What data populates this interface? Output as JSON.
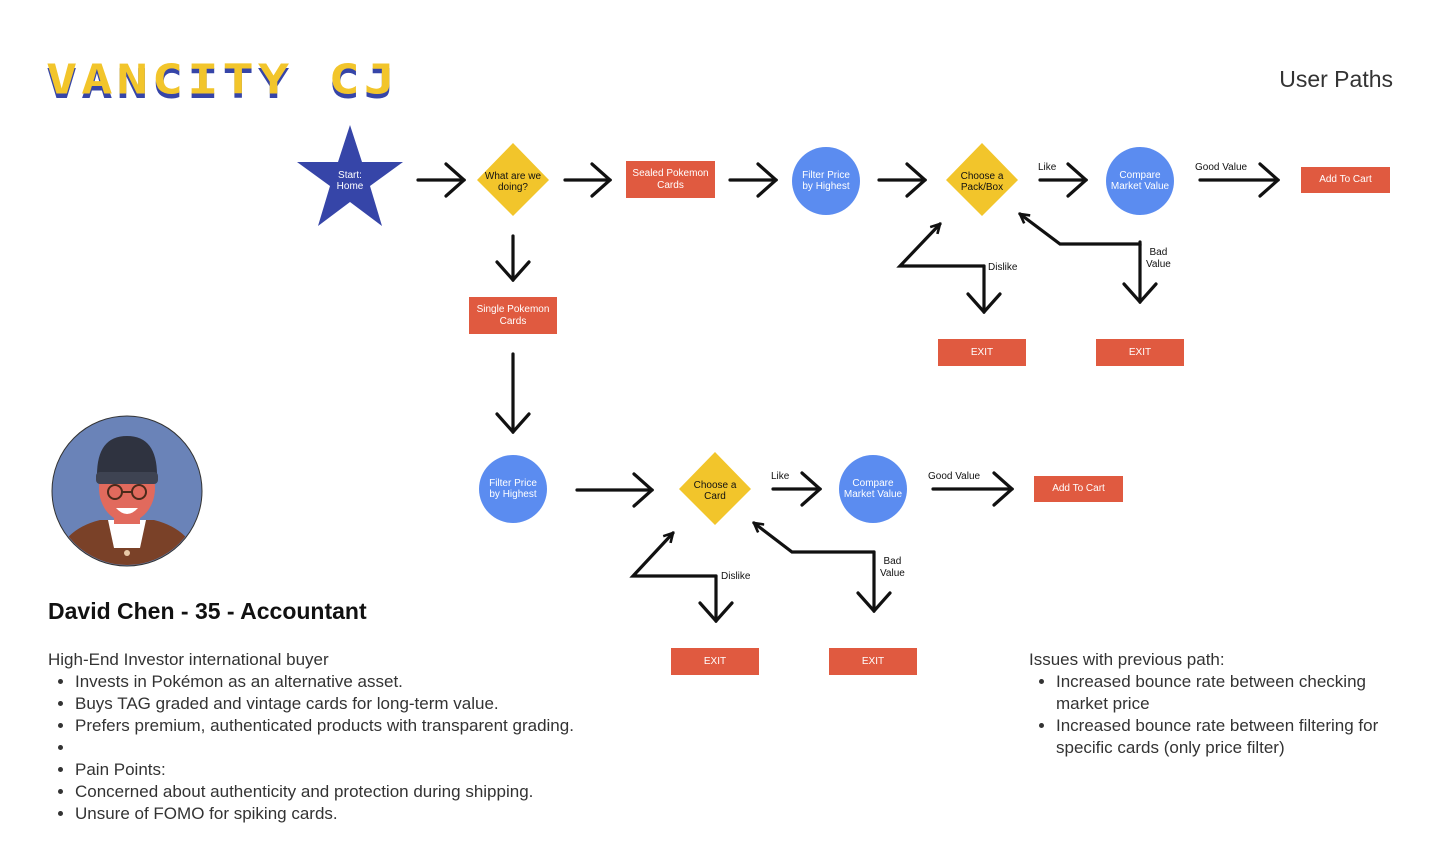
{
  "logo_text": "VANCITY CJ",
  "page_title": "User Paths",
  "colors": {
    "start": "#3645a8",
    "decision": "#f2c52b",
    "action": "#e05a40",
    "filter": "#5b8cf0"
  },
  "flow": {
    "start": "Start:\nHome",
    "decision_main": "What are we\ndoing?",
    "sealed": "Sealed Pokemon\nCards",
    "single": "Single Pokemon\nCards",
    "top": {
      "filter": "Filter Price\nby Highest",
      "choose": "Choose a\nPack/Box",
      "like": "Like",
      "compare": "Compare\nMarket Value",
      "good_value": "Good Value",
      "add_to_cart": "Add To Cart",
      "dislike": "Dislike",
      "bad_value": "Bad\nValue",
      "exit_dislike": "EXIT",
      "exit_bad": "EXIT"
    },
    "bottom": {
      "filter": "Filter Price\nby Highest",
      "choose": "Choose a\nCard",
      "like": "Like",
      "compare": "Compare\nMarket Value",
      "good_value": "Good Value",
      "add_to_cart": "Add To Cart",
      "dislike": "Dislike",
      "bad_value": "Bad\nValue",
      "exit_dislike": "EXIT",
      "exit_bad": "EXIT"
    }
  },
  "persona": {
    "avatar": "person-avatar-icon",
    "name": "David Chen - 35 - Accountant",
    "intro": "High-End Investor international buyer",
    "bullets": [
      "Invests in Pokémon as an alternative asset.",
      "Buys TAG graded and vintage cards for long-term value.",
      "Prefers premium, authenticated products with transparent grading.",
      "",
      "Pain Points:",
      "Concerned about authenticity and protection during shipping.",
      "Unsure of FOMO for spiking cards."
    ]
  },
  "issues": {
    "heading": "Issues with previous path:",
    "bullets": [
      "Increased bounce rate between checking market price",
      "Increased bounce rate between filtering for specific cards (only price filter)"
    ]
  }
}
